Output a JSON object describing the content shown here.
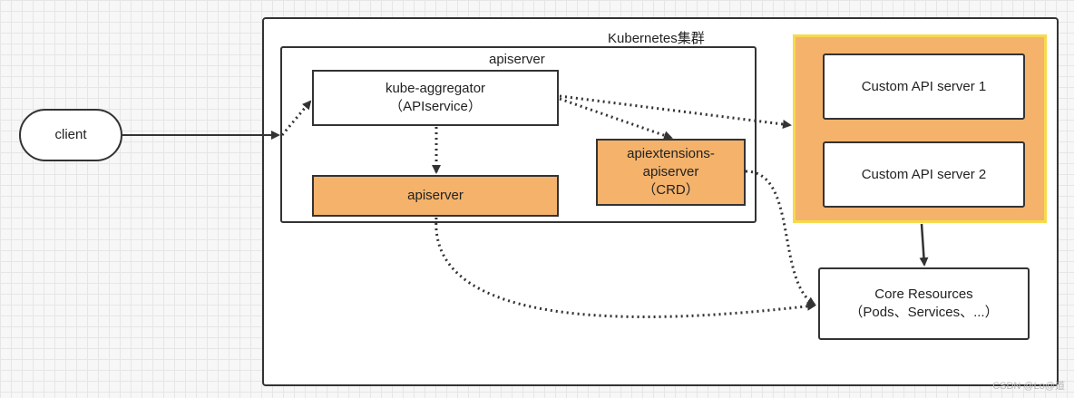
{
  "cluster": {
    "title": "Kubernetes集群"
  },
  "apiserver_group": {
    "title": "apiserver"
  },
  "client": {
    "label": "client"
  },
  "kube_aggregator": {
    "label": "kube-aggregator\n（APIservice）"
  },
  "inner_apiserver": {
    "label": "apiserver"
  },
  "apiextensions": {
    "label": "apiextensions-\napiserver\n（CRD）"
  },
  "custom_servers": [
    {
      "label": "Custom API server 1"
    },
    {
      "label": "Custom API server 2"
    }
  ],
  "core_resources": {
    "label": "Core Resources\n（Pods、Services、...）"
  },
  "watermark": {
    "text": "CSDN @Lo@道"
  },
  "colors": {
    "orange_fill": "#f4b26b",
    "yellow_border": "#f7d94c",
    "line": "#333333"
  }
}
